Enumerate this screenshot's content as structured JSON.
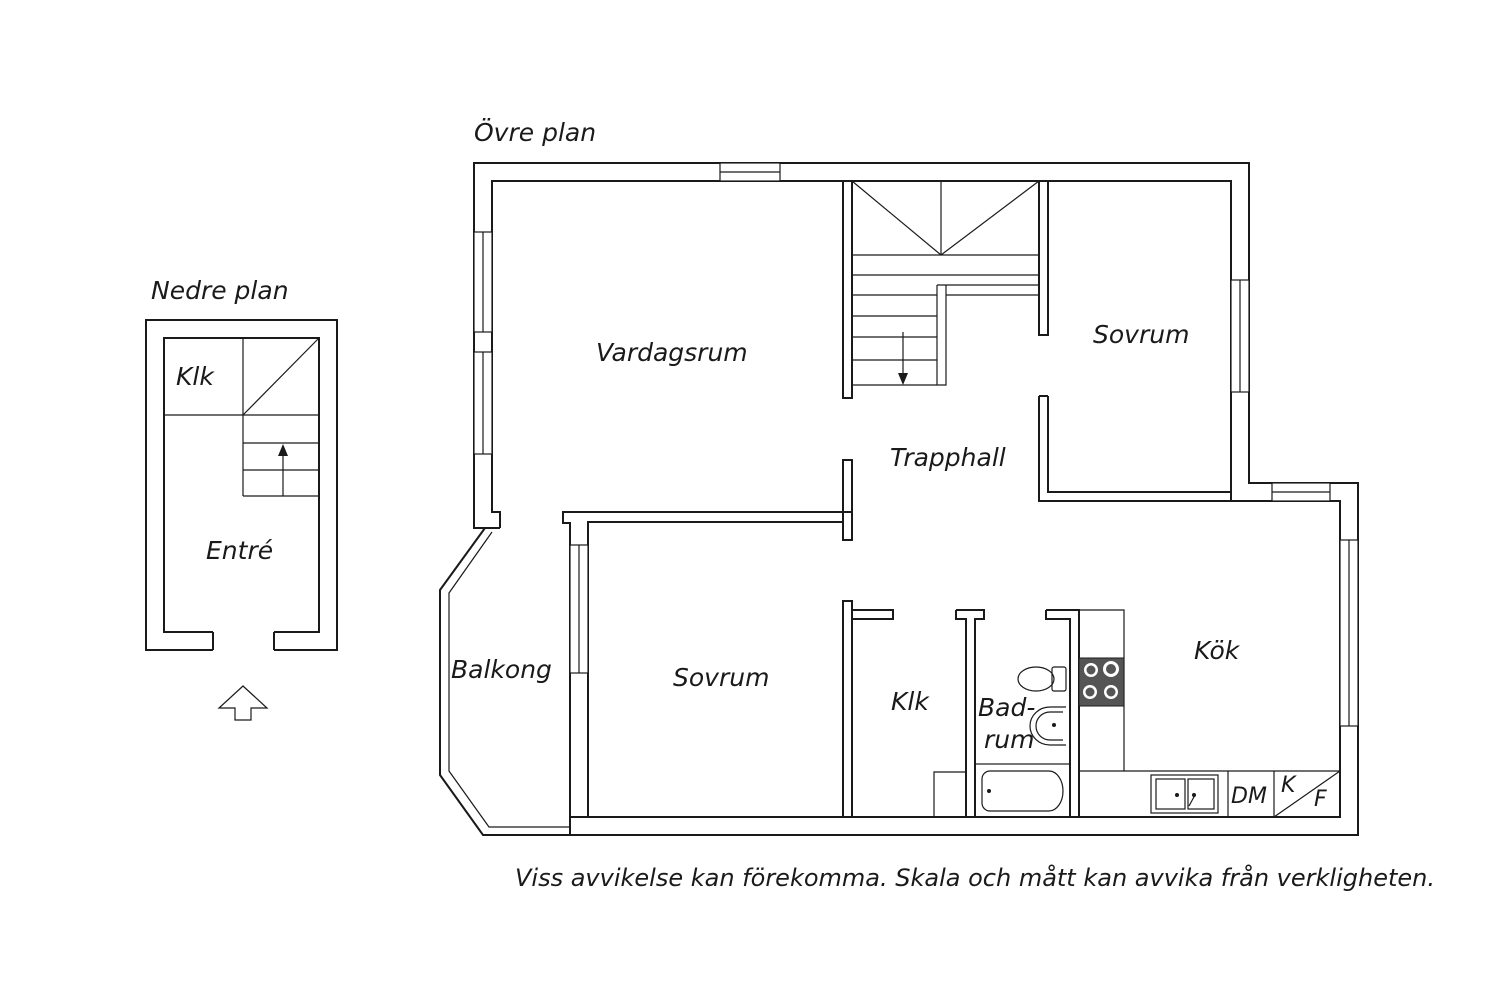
{
  "upper_plan": {
    "title": "Övre plan",
    "rooms": {
      "vardagsrum": "Vardagsrum",
      "sovrum_1": "Sovrum",
      "sovrum_2": "Sovrum",
      "trapphall": "Trapphall",
      "balkong": "Balkong",
      "klk": "Klk",
      "badrum_1": "Bad-",
      "badrum_2": "rum",
      "kok": "Kök"
    },
    "appliances": {
      "dm": "DM",
      "k": "K",
      "f": "F"
    }
  },
  "lower_plan": {
    "title": "Nedre plan",
    "rooms": {
      "klk": "Klk",
      "entre": "Entré"
    }
  },
  "disclaimer": "Viss avvikelse kan förekomma. Skala och mått kan avvika från verkligheten.",
  "icons": [
    "entrance-arrow-icon",
    "stair-arrow-icon",
    "stove-icon",
    "sink-icon",
    "toilet-icon",
    "washbasin-icon",
    "bathtub-icon"
  ],
  "colors": {
    "line": "#1a1a1a",
    "background": "#ffffff",
    "stove": "#555555"
  }
}
